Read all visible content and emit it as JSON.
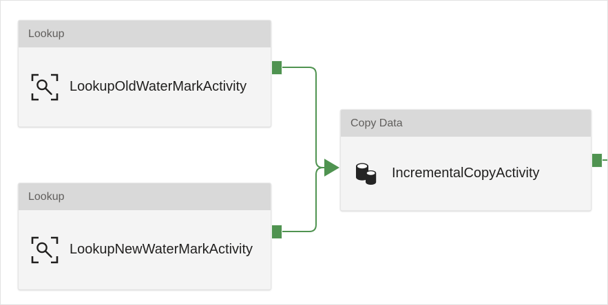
{
  "canvas": {
    "background": "#ffffff",
    "accent_green": "#4f9350",
    "header_gray": "#d9d9d9",
    "body_gray": "#f4f4f4"
  },
  "nodes": [
    {
      "id": "lookup-old-watermark",
      "type_label": "Lookup",
      "name": "LookupOldWaterMarkActivity",
      "icon": "lookup-magnifier-icon"
    },
    {
      "id": "lookup-new-watermark",
      "type_label": "Lookup",
      "name": "LookupNewWaterMarkActivity",
      "icon": "lookup-magnifier-icon"
    },
    {
      "id": "incremental-copy",
      "type_label": "Copy Data",
      "name": "IncrementalCopyActivity",
      "icon": "copy-data-database-icon"
    }
  ],
  "connections": [
    {
      "from": "lookup-old-watermark",
      "to": "incremental-copy",
      "color": "#4f9350"
    },
    {
      "from": "lookup-new-watermark",
      "to": "incremental-copy",
      "color": "#4f9350"
    }
  ],
  "ports": [
    {
      "id": "out-lookup-old",
      "node": "lookup-old-watermark",
      "side": "right"
    },
    {
      "id": "out-lookup-new",
      "node": "lookup-new-watermark",
      "side": "right"
    },
    {
      "id": "out-copy-data",
      "node": "incremental-copy",
      "side": "right"
    }
  ]
}
